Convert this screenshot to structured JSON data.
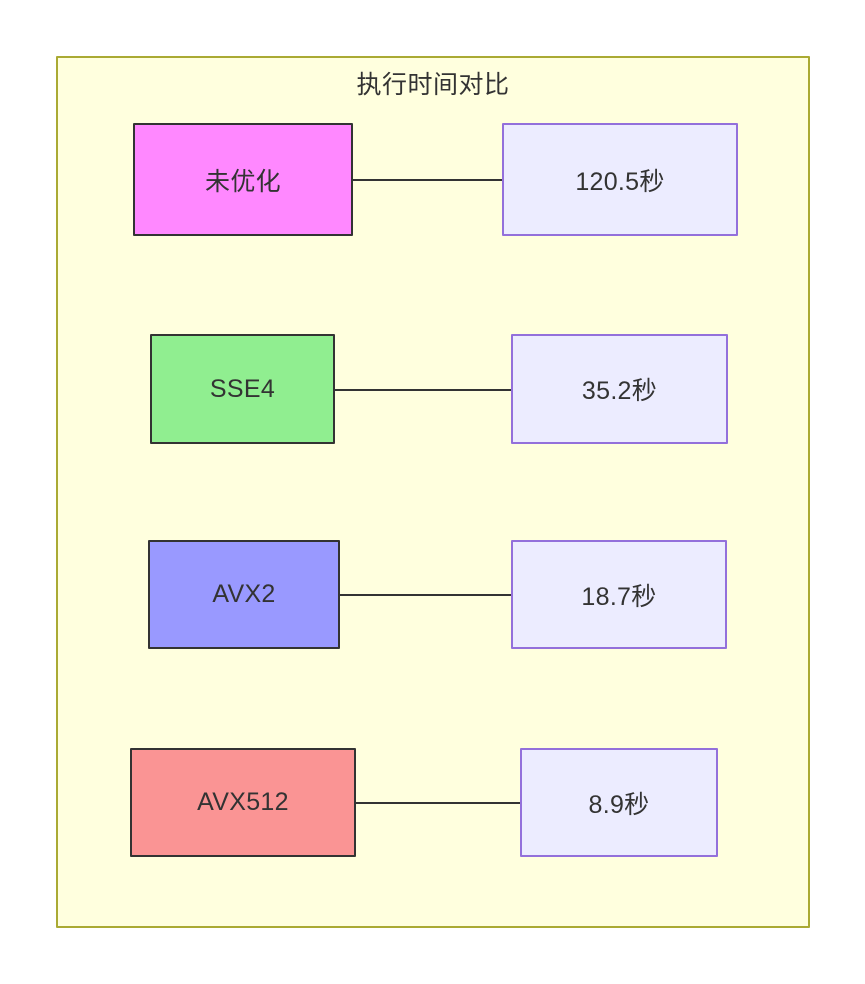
{
  "diagram": {
    "title": "执行时间对比",
    "container": {
      "fill": "#ffffde",
      "stroke": "#aaaa33"
    },
    "value_node_style": {
      "fill": "#ececff",
      "stroke": "#9370db"
    },
    "edge_color": "#333333",
    "rows": [
      {
        "source_label": "未优化",
        "source_fill": "#ff88ff",
        "source_stroke": "#333333",
        "value_label": "120.5秒"
      },
      {
        "source_label": "SSE4",
        "source_fill": "#90ee90",
        "source_stroke": "#333333",
        "value_label": "35.2秒"
      },
      {
        "source_label": "AVX2",
        "source_fill": "#9999ff",
        "source_stroke": "#333333",
        "value_label": "18.7秒"
      },
      {
        "source_label": "AVX512",
        "source_fill": "#fa9494",
        "source_stroke": "#333333",
        "value_label": "8.9秒"
      }
    ]
  },
  "chart_data": {
    "type": "bar",
    "title": "执行时间对比",
    "categories": [
      "未优化",
      "SSE4",
      "AVX2",
      "AVX512"
    ],
    "values": [
      120.5,
      35.2,
      18.7,
      8.9
    ],
    "unit": "秒",
    "xlabel": "",
    "ylabel": "",
    "value_labels": [
      "120.5秒",
      "35.2秒",
      "18.7秒",
      "8.9秒"
    ]
  }
}
